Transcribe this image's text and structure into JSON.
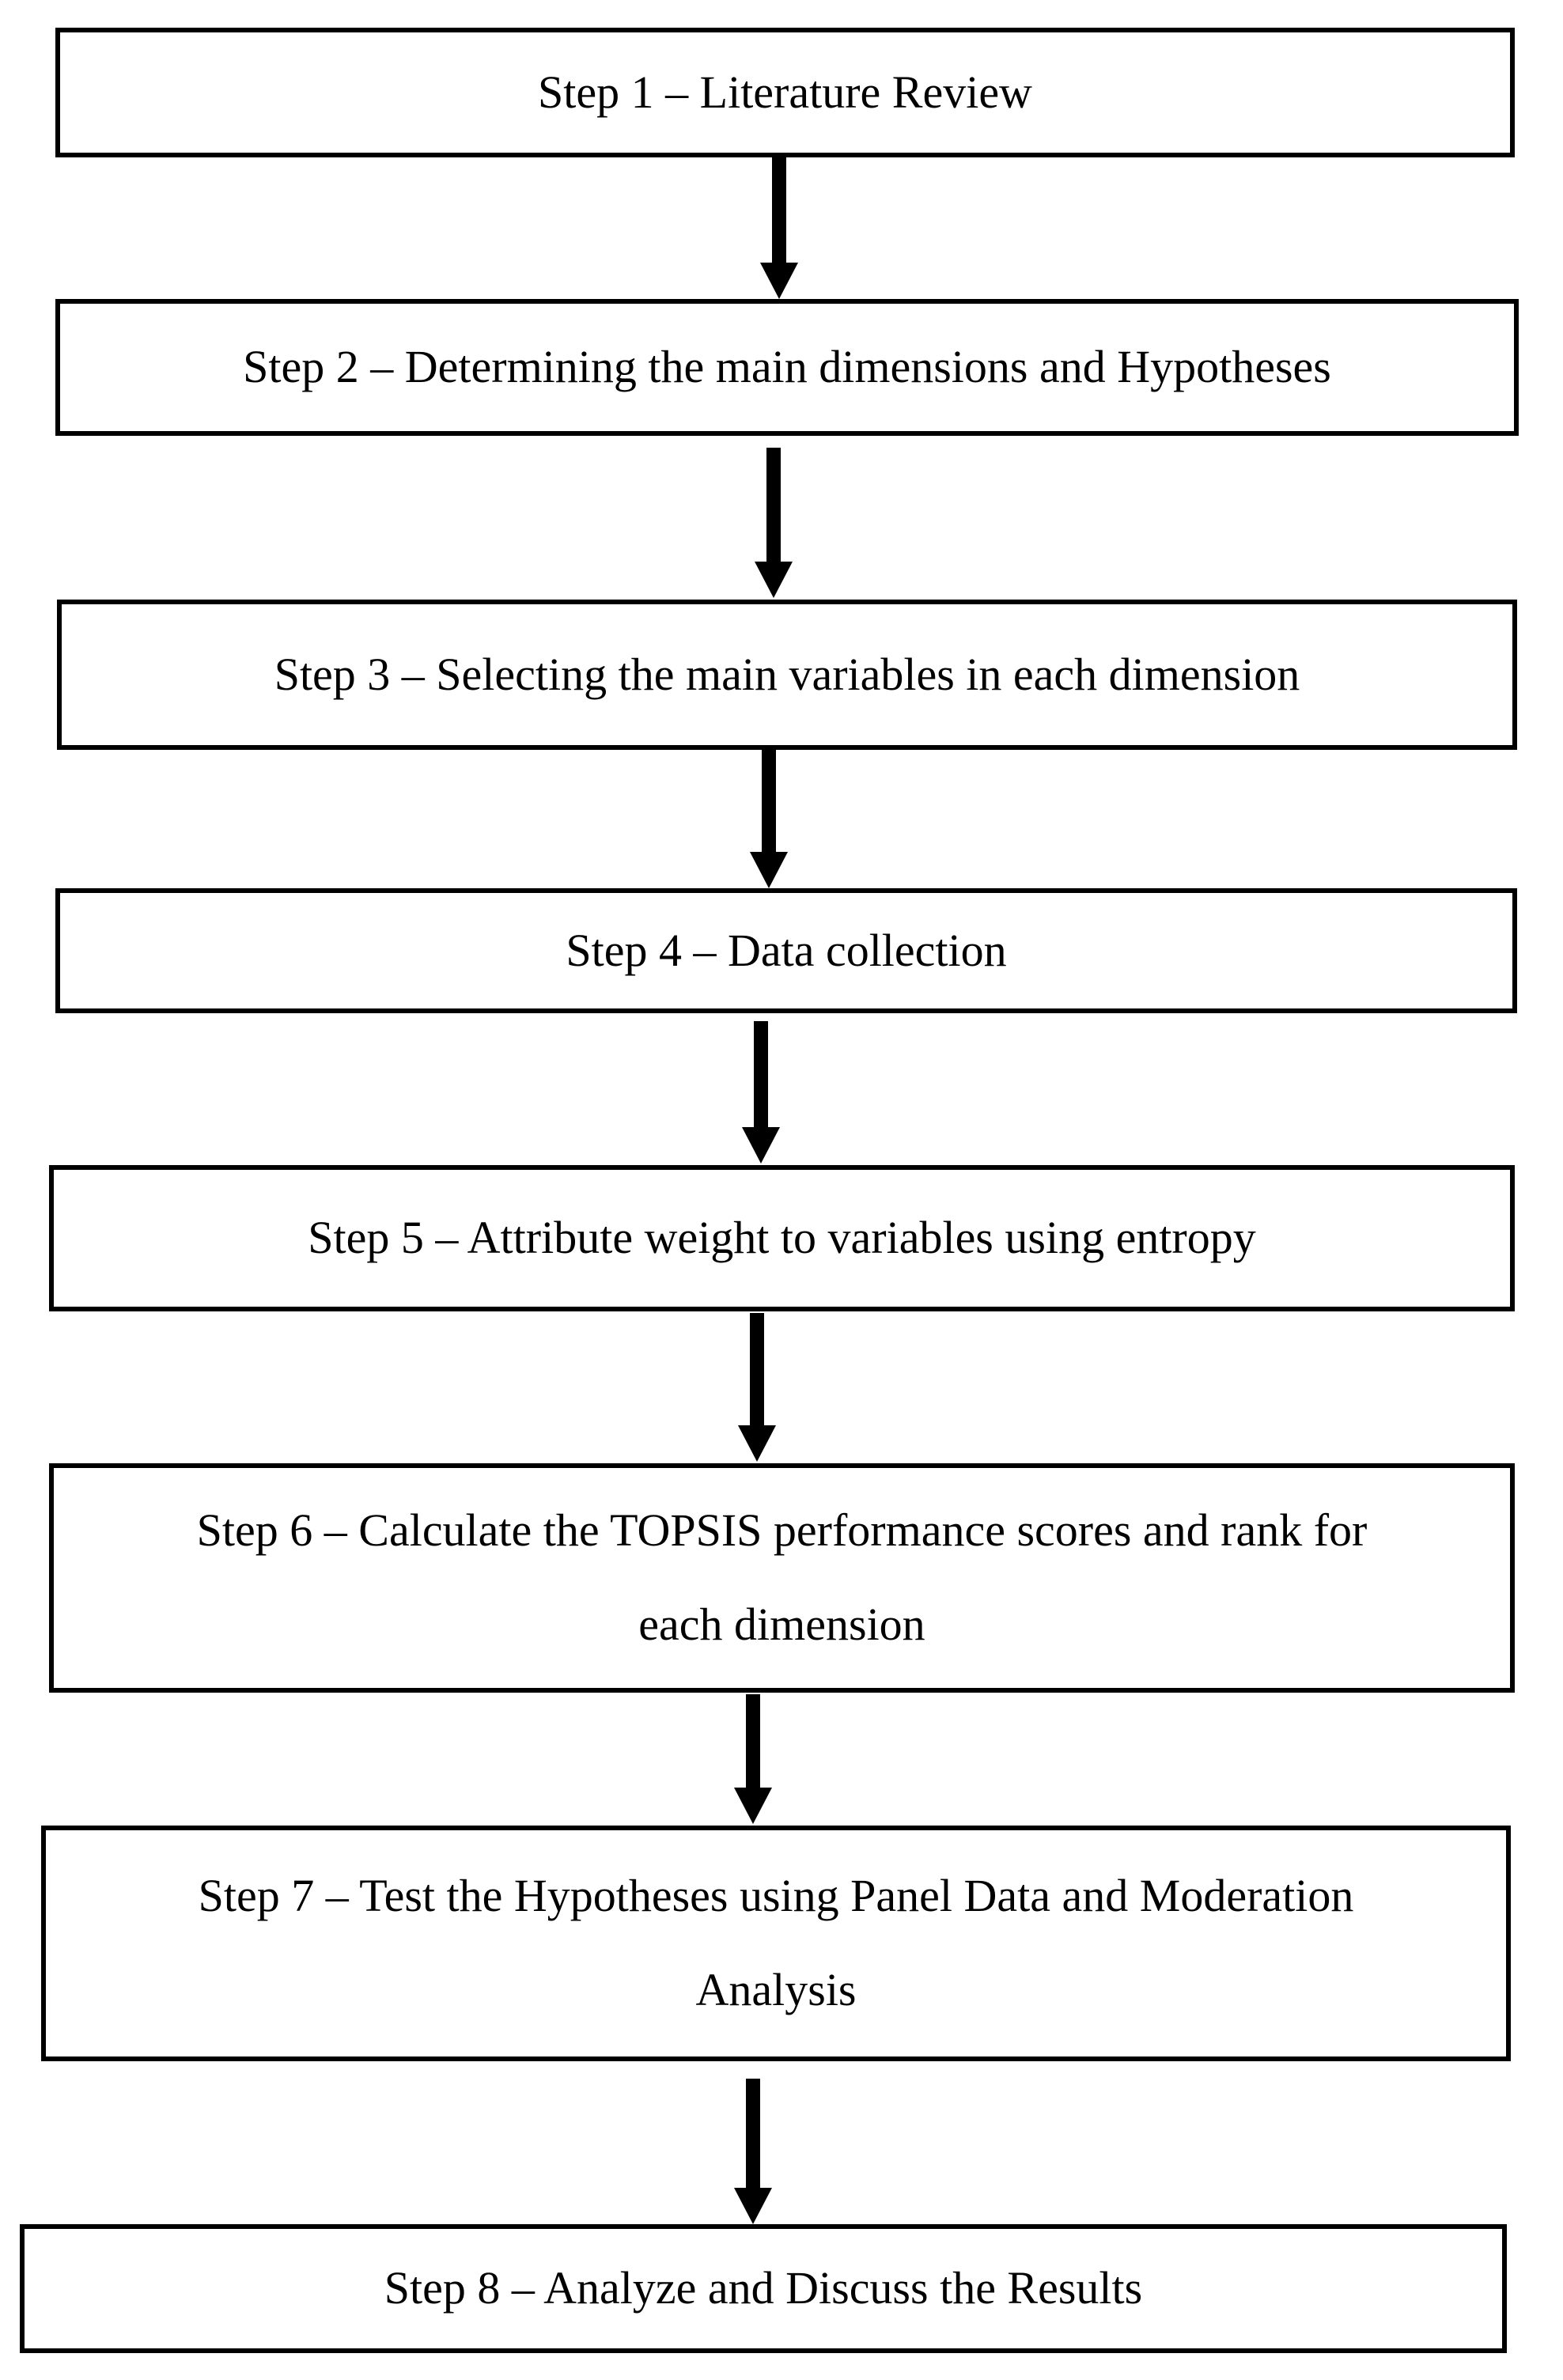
{
  "figure": {
    "type": "flowchart",
    "background_color": "#ffffff",
    "box_border_color": "#000000",
    "text_color": "#000000",
    "arrow_color": "#000000"
  },
  "steps": [
    {
      "lines": [
        "Step 1 – Literature Review"
      ]
    },
    {
      "lines": [
        "Step 2 – Determining the main dimensions and Hypotheses"
      ]
    },
    {
      "lines": [
        "Step 3 – Selecting the main variables in each dimension"
      ]
    },
    {
      "lines": [
        "Step 4 – Data collection"
      ]
    },
    {
      "lines": [
        "Step 5 – Attribute weight to variables using entropy"
      ]
    },
    {
      "lines": [
        "Step 6 – Calculate the TOPSIS performance scores and rank for",
        "each dimension"
      ]
    },
    {
      "lines": [
        "Step 7 – Test the Hypotheses using Panel Data and Moderation",
        "Analysis"
      ]
    },
    {
      "lines": [
        "Step 8 – Analyze and Discuss the Results"
      ]
    }
  ]
}
